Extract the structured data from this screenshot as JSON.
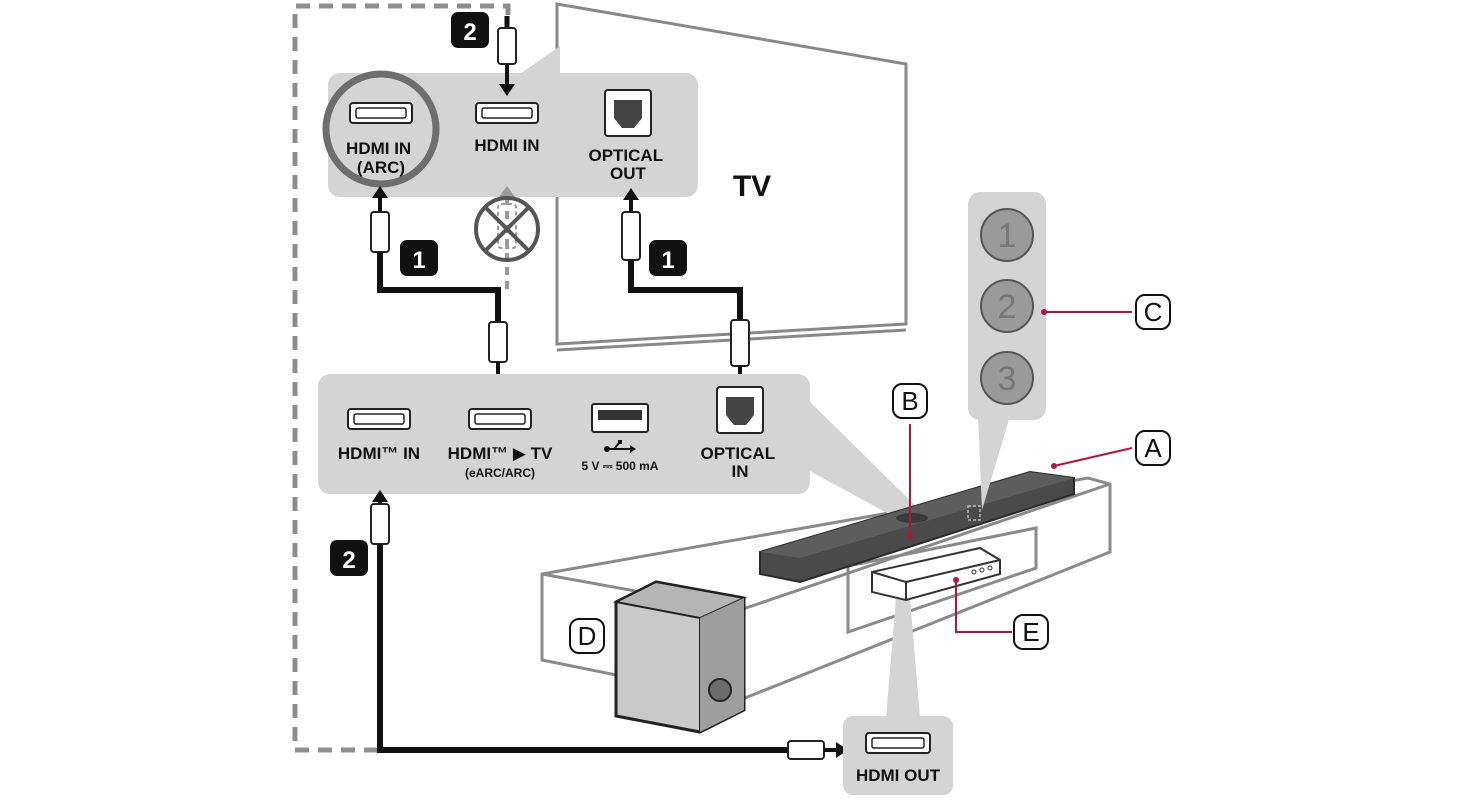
{
  "tv": {
    "label": "TV",
    "ports": {
      "hdmi_arc": [
        "HDMI IN",
        "(ARC)"
      ],
      "hdmi_in": "HDMI IN",
      "optical_out": [
        "OPTICAL",
        "OUT"
      ]
    }
  },
  "soundbar": {
    "ports": {
      "hdmi_in": "HDMI™ IN",
      "hdmi_tv": "HDMI™ ▶ TV",
      "hdmi_tv_sub": "(eARC/ARC)",
      "usb": "5 V ⎓ 500 mA",
      "optical_in": [
        "OPTICAL",
        "IN"
      ]
    }
  },
  "external": {
    "hdmi_out": "HDMI OUT"
  },
  "steps": {
    "one": "1",
    "two": "2"
  },
  "callouts": {
    "a": "A",
    "b": "B",
    "c": "C",
    "d": "D",
    "e": "E"
  },
  "buttons": [
    "1",
    "2",
    "3"
  ],
  "colors": {
    "panel": "#d4d4d4",
    "leader": "#b5123c",
    "cable": "#111111",
    "furniture": "#8a8a8a"
  }
}
